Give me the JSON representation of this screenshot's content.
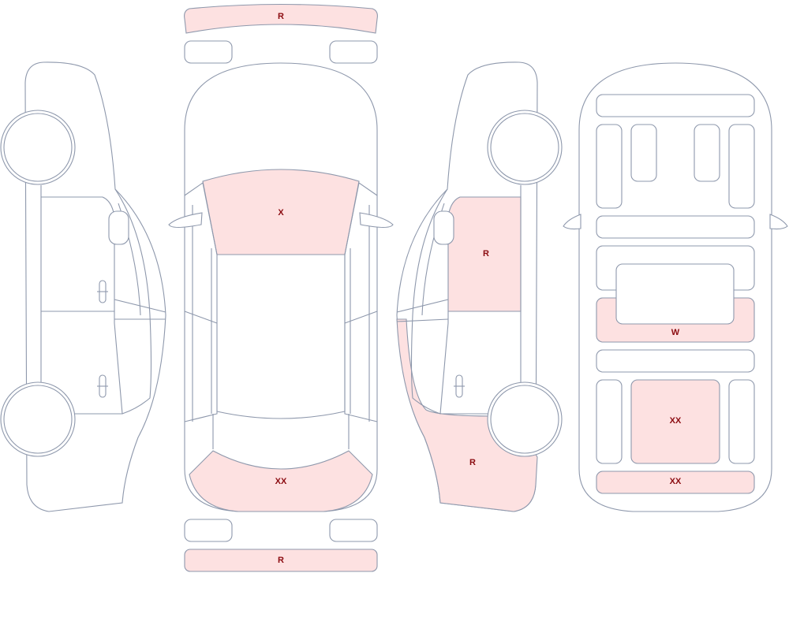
{
  "colors": {
    "outline": "#8e98ac",
    "damage_fill": "#fde1e1",
    "label": "#8b0b10",
    "background": "#ffffff"
  },
  "views": [
    "left-side",
    "top",
    "right-side",
    "interior"
  ],
  "damage": {
    "front_bumper": "R",
    "windshield": "X",
    "rear_window": "XX",
    "rear_bumper": "R",
    "right_front_door": "R",
    "right_rear_quarter": "R",
    "interior_rear_seat": "W",
    "interior_floor": "XX",
    "interior_trunk": "XX"
  }
}
